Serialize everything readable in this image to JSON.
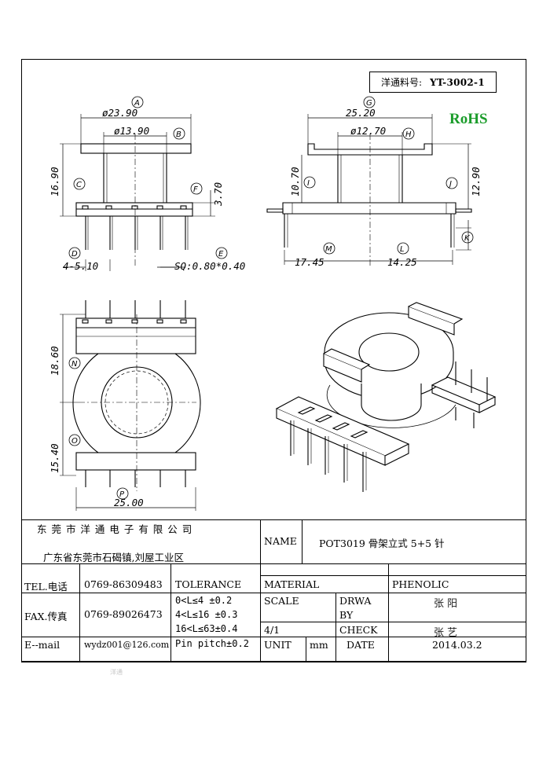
{
  "part_number": {
    "label": "洋通料号:",
    "value": "YT-3002-1"
  },
  "rohs": "RoHS",
  "dims": {
    "A": "ø23.90",
    "B": "ø13.90",
    "C": "16.90",
    "F": "3.70",
    "D": "4-5.10",
    "E": "SQ:0.80*0.40",
    "G": "25.20",
    "H": "ø12.70",
    "I": "10.70",
    "J": "12.90",
    "M": "17.45",
    "L": "14.25",
    "N": "18.60",
    "O": "15.40",
    "P": "25.00"
  },
  "callouts": [
    "A",
    "B",
    "C",
    "D",
    "E",
    "F",
    "G",
    "H",
    "I",
    "J",
    "K",
    "L",
    "M",
    "N",
    "O",
    "P"
  ],
  "title_block": {
    "company": "东 莞 市 洋 通 电 子 有 限 公 司",
    "address": "广东省东莞市石碣镇,刘屋工业区",
    "name_label": "NAME",
    "name_value": "POT3019 骨架立式 5+5 针",
    "tel_label": "TEL.电话",
    "tel_value": "0769-86309483",
    "fax_label": "FAX.传真",
    "fax_value": "0769-89026473",
    "email_label": "E--mail",
    "email_value": "wydz001@126.com",
    "tolerance_label": "TOLERANCE",
    "tolerances": [
      "0<L≤4  ±0.2",
      "4<L≤16 ±0.3",
      "16<L≤63±0.4",
      "Pin pitch±0.2"
    ],
    "material_label": "MATERIAL",
    "material_value": "PHENOLIC",
    "scale_label": "SCALE",
    "scale_value": "4/1",
    "drawn_label_1": "DRWA",
    "drawn_label_2": "BY",
    "drawn_value": "张 阳",
    "check_label": "CHECK",
    "check_value": "张 艺",
    "unit_label": "UNIT",
    "unit_value": "mm",
    "date_label": "DATE",
    "date_value": "2014.03.2"
  },
  "stamp": "洋通"
}
